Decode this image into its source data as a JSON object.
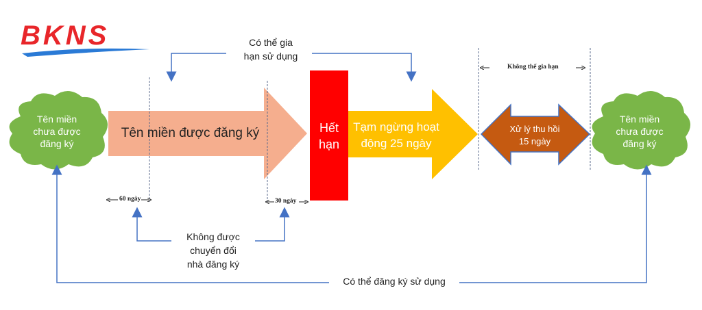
{
  "logo": {
    "text": "BKNS",
    "color": "#e8262a",
    "accent": "#2a7ad6"
  },
  "clouds": {
    "left": {
      "line1": "Tên miền",
      "line2": "chưa được",
      "line3": "đăng ký",
      "color": "#7ab648"
    },
    "right": {
      "line1": "Tên miền",
      "line2": "chưa được",
      "line3": "đăng ký",
      "color": "#7ab648"
    }
  },
  "stages": {
    "registered": {
      "label": "Tên miền được đăng ký",
      "color": "#f4a582"
    },
    "expired": {
      "line1": "Hết",
      "line2": "hạn",
      "color": "#ff0000"
    },
    "suspended": {
      "line1": "Tạm ngừng hoạt",
      "line2": "động 25 ngày",
      "color": "#ffc000"
    },
    "recovery": {
      "line1": "Xử lý thu hồi",
      "line2": "15 ngày",
      "color": "#c55a11"
    }
  },
  "annotations": {
    "renew_top": {
      "line1": "Có thể gia",
      "line2": "hạn sử dụng"
    },
    "no_renew": "Không thể gia hạn",
    "days_60": "60 ngày",
    "days_30": "30 ngày",
    "no_transfer": {
      "line1": "Không được",
      "line2": "chuyển đổi",
      "line3": "nhà đăng ký"
    },
    "can_register": "Có thể đăng ký sử dụng"
  },
  "colors": {
    "connector": "#4472c4",
    "dashed": "#5b6b8c"
  }
}
